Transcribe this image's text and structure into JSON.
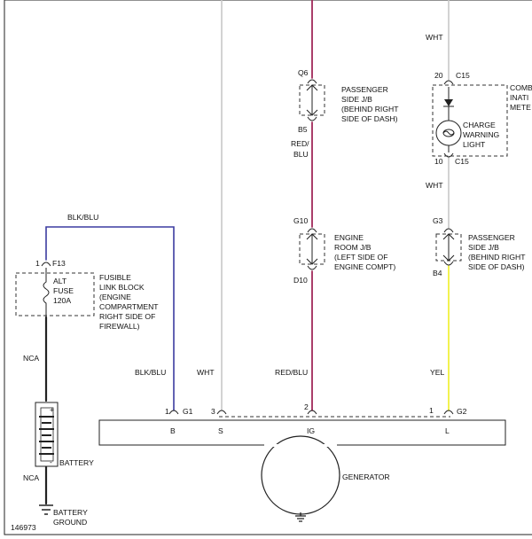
{
  "figure_id": "146973",
  "colors": {
    "blk_blu": "#3c3ca0",
    "wht": "#c8c8c8",
    "red_blu": "#a0285a",
    "yel": "#f0f03c",
    "nca": "#222222",
    "outline": "#222222"
  },
  "wires": {
    "blk_blu_top": "BLK/BLU",
    "nca_upper": "NCA",
    "nca_lower": "NCA",
    "blk_blu_bottom": "BLK/BLU",
    "wht_left": "WHT",
    "red_blu_mid": "RED/",
    "red_blu_mid2": "BLU",
    "red_blu_bottom": "RED/BLU",
    "wht_top_right": "WHT",
    "wht_mid_right": "WHT",
    "yel": "YEL"
  },
  "connectors": {
    "q6": "Q6",
    "b5": "B5",
    "g10": "G10",
    "d10": "D10",
    "c15_top_pin": "20",
    "c15_top": "C15",
    "c15_bot_pin": "10",
    "c15_bot": "C15",
    "g3": "G3",
    "b4": "B4",
    "f13_pin": "1",
    "f13": "F13",
    "g1_pin": "1",
    "g1": "G1",
    "pin3": "3",
    "pin2": "2",
    "g2_pin": "1",
    "g2": "G2"
  },
  "components": {
    "passenger_jb_top": [
      "PASSENGER",
      "SIDE J/B",
      "(BEHIND RIGHT",
      "SIDE OF DASH)"
    ],
    "engine_room_jb": [
      "ENGINE",
      "ROOM J/B",
      "(LEFT SIDE OF",
      "ENGINE COMPT)"
    ],
    "combination_meter": [
      "COMB",
      "INATI",
      "METE"
    ],
    "charge_light": [
      "CHARGE",
      "WARNING",
      "LIGHT"
    ],
    "passenger_jb_right": [
      "PASSENGER",
      "SIDE J/B",
      "(BEHIND RIGHT",
      "SIDE OF DASH)"
    ],
    "fusible_link": [
      "FUSIBLE",
      "LINK BLOCK",
      "(ENGINE",
      "COMPARTMENT",
      "RIGHT SIDE OF",
      "FIREWALL)"
    ],
    "fuse": [
      "ALT",
      "FUSE",
      "120A"
    ],
    "battery": "BATTERY",
    "battery_ground": [
      "BATTERY",
      "GROUND"
    ],
    "generator": "GENERATOR"
  },
  "terminals": {
    "b": "B",
    "s": "S",
    "ig": "IG",
    "l": "L"
  },
  "battery_polarity": {
    "plus": "+",
    "minus": "-"
  }
}
